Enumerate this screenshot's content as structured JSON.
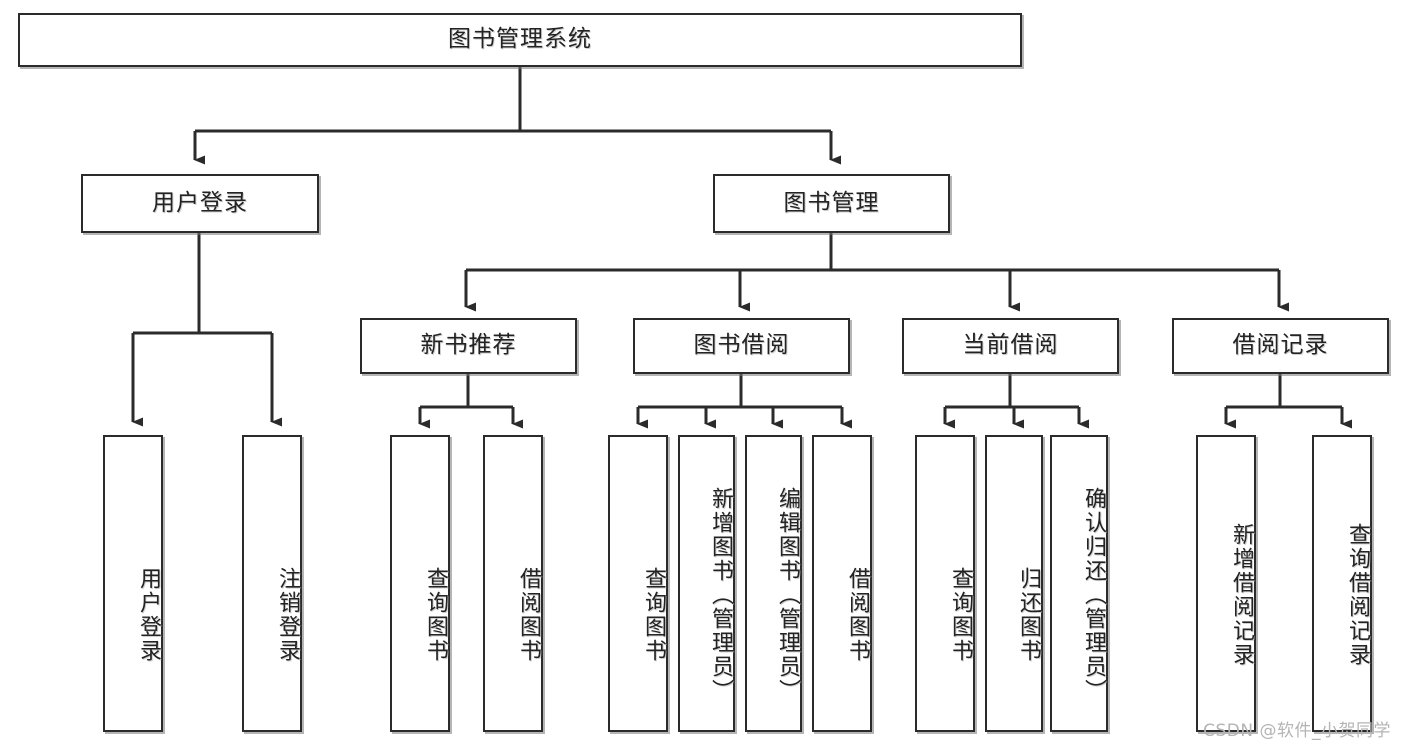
{
  "diagram": {
    "type": "tree-hierarchy-chart",
    "title": "图书管理系统",
    "orientation": "top-down",
    "colors": {
      "stroke": "#2b2b2b",
      "fill": "#ffffff",
      "text": "#232323",
      "shadow": "#aaaaaa",
      "watermark": "#b4b4b4"
    },
    "root": {
      "label": "图书管理系统"
    },
    "level2": [
      {
        "label": "用户登录"
      },
      {
        "label": "图书管理"
      }
    ],
    "level3": [
      {
        "label": "新书推荐"
      },
      {
        "label": "图书借阅"
      },
      {
        "label": "当前借阅"
      },
      {
        "label": "借阅记录"
      }
    ],
    "leaves": {
      "user_login": [
        {
          "label": "用户登录"
        },
        {
          "label": "注销登录"
        }
      ],
      "new_book_recommend": [
        {
          "label": "查询图书"
        },
        {
          "label": "借阅图书"
        }
      ],
      "book_borrow": [
        {
          "label": "查询图书"
        },
        {
          "label": "新增图书（管理员）"
        },
        {
          "label": "编辑图书（管理员）"
        },
        {
          "label": "借阅图书"
        }
      ],
      "current_borrow": [
        {
          "label": "查询图书"
        },
        {
          "label": "归还图书"
        },
        {
          "label": "确认归还（管理员）"
        }
      ],
      "borrow_record": [
        {
          "label": "新增借阅记录"
        },
        {
          "label": "查询借阅记录"
        }
      ]
    }
  },
  "watermark": {
    "text": "CSDN @软件_小贺同学"
  }
}
